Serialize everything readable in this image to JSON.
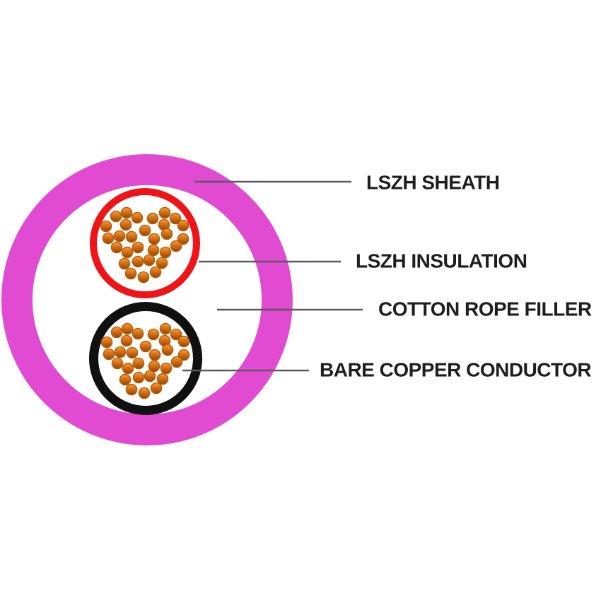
{
  "diagram": {
    "type": "cable-cross-section",
    "conductor_count": 2,
    "strands_per_conductor": 30,
    "labels": [
      {
        "text": "LSZH SHEATH"
      },
      {
        "text": "LSZH INSULATION"
      },
      {
        "text": "COTTON ROPE FILLER"
      },
      {
        "text": "BARE COPPER CONDUCTOR"
      }
    ]
  },
  "colors": {
    "sheath_magenta": "#e04bd2",
    "insulation_red": "#ee1418",
    "insulation_black": "#101010",
    "filler_white": "#ffffff",
    "copper_light": "#f5a040",
    "copper_mid": "#e07818",
    "copper_dark": "#8f4507",
    "leader_gray": "#5b5b5b",
    "label_text": "#1e1e1e"
  }
}
